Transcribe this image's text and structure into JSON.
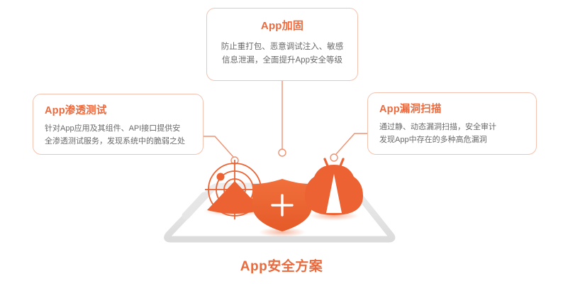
{
  "theme": {
    "accent": "#ea6a3d",
    "icon_orange": "#ec6232",
    "card_border": "#f3c3b0",
    "line_color": "#ef9272",
    "body_text": "#6a6a6a",
    "device_gray": "#e3e3e3",
    "background": "#ffffff"
  },
  "cards": {
    "hardening": {
      "title": "App加固",
      "body_line1": "防止重打包、恶意调试注入、敏感",
      "body_line2": "信息泄漏，全面提升App安全等级",
      "icon": "shield-plus-icon"
    },
    "pentest": {
      "title": "App渗透测试",
      "body_line1": "针对App应用及其组件、API接口提供安",
      "body_line2": "全渗透测试服务，发现系统中的脆弱之处",
      "icon": "radar-scan-icon"
    },
    "scan": {
      "title": "App漏洞扫描",
      "body_line1": "通过静、动态漏洞扫描，安全审计",
      "body_line2": "发现App中存在的多种高危漏洞",
      "icon": "bug-icon"
    }
  },
  "main_title": "App安全方案",
  "device": {
    "name": "phone-outline"
  }
}
